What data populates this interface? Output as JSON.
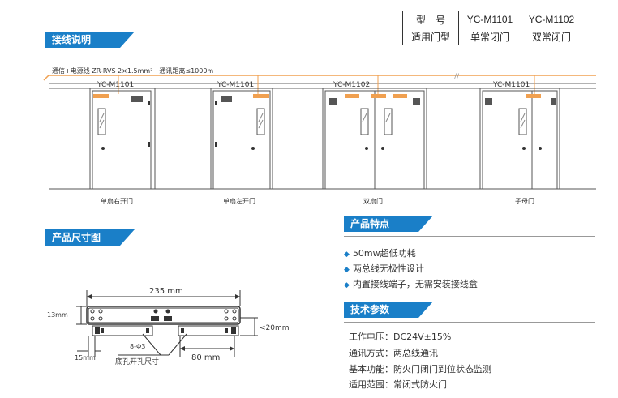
{
  "spec_table": {
    "header_label": "型　号",
    "model1": "YC-M1101",
    "model2": "YC-M1102",
    "row_label": "适用门型",
    "type1": "单常闭门",
    "type2": "双常闭门"
  },
  "wiring": {
    "title": "接线说明",
    "note": "通信+电源线 ZR-RVS 2×1.5mm²　通讯距离≤1000m",
    "doors": [
      {
        "model": "YC-M1101",
        "caption": "单扇右开门"
      },
      {
        "model": "YC-M1101",
        "caption": "单扇左开门"
      },
      {
        "model": "YC-M1102",
        "caption": "双扇门"
      },
      {
        "model": "YC-M1101",
        "caption": "子母门"
      }
    ]
  },
  "size": {
    "title": "产品尺寸图",
    "dim_total": "235 mm",
    "dim_height": "13mm",
    "dim_depth": "<20mm",
    "hole_note": "8-Φ3",
    "hole_label": "底孔开孔尺寸",
    "dim_left": "15mm",
    "dim_hole": "80 mm"
  },
  "features": {
    "title": "产品特点",
    "items": [
      "50mw超低功耗",
      "两总线无极性设计",
      "内置接线端子，无需安装接线盒"
    ]
  },
  "tech": {
    "title": "技术参数",
    "items": [
      "工作电压：DC24V±15%",
      "通讯方式：两总线通讯",
      "基本功能：防火门闭门到位状态监测",
      "适用范围：常闭式防火门"
    ]
  },
  "colors": {
    "accent": "#1a7fc8",
    "wire": "#f0a050",
    "closer": "#f0a050"
  }
}
